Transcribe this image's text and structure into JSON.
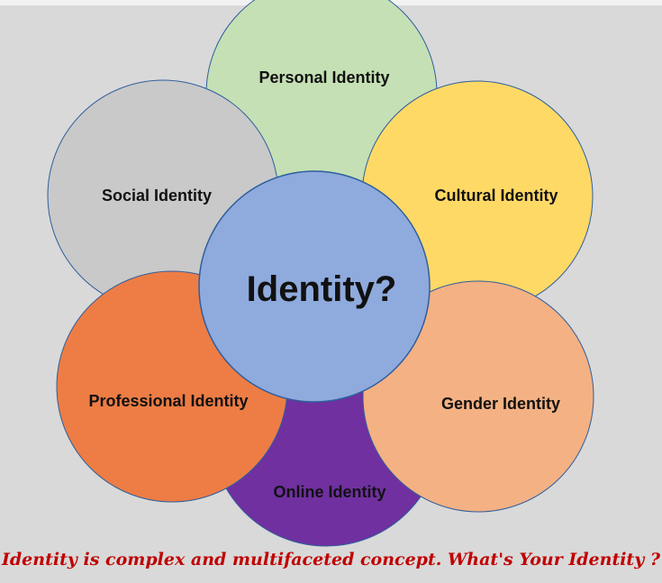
{
  "diagram": {
    "center": {
      "label": "Identity?",
      "color": "#8faadc"
    },
    "petals": [
      {
        "key": "personal",
        "label": "Personal Identity",
        "color": "#c5e0b4"
      },
      {
        "key": "social",
        "label": "Social Identity",
        "color": "#c9c9c9"
      },
      {
        "key": "cultural",
        "label": "Cultural Identity",
        "color": "#ffd966"
      },
      {
        "key": "professional",
        "label": "Professional Identity",
        "color": "#ed7d45"
      },
      {
        "key": "gender",
        "label": "Gender Identity",
        "color": "#f4b183"
      },
      {
        "key": "online",
        "label": "Online Identity",
        "color": "#7030a0"
      }
    ],
    "outline_color": "#2e5e9e"
  },
  "caption": {
    "text": "Identity is complex and multifaceted concept. What's Your Identity ?",
    "color": "#c00000"
  }
}
